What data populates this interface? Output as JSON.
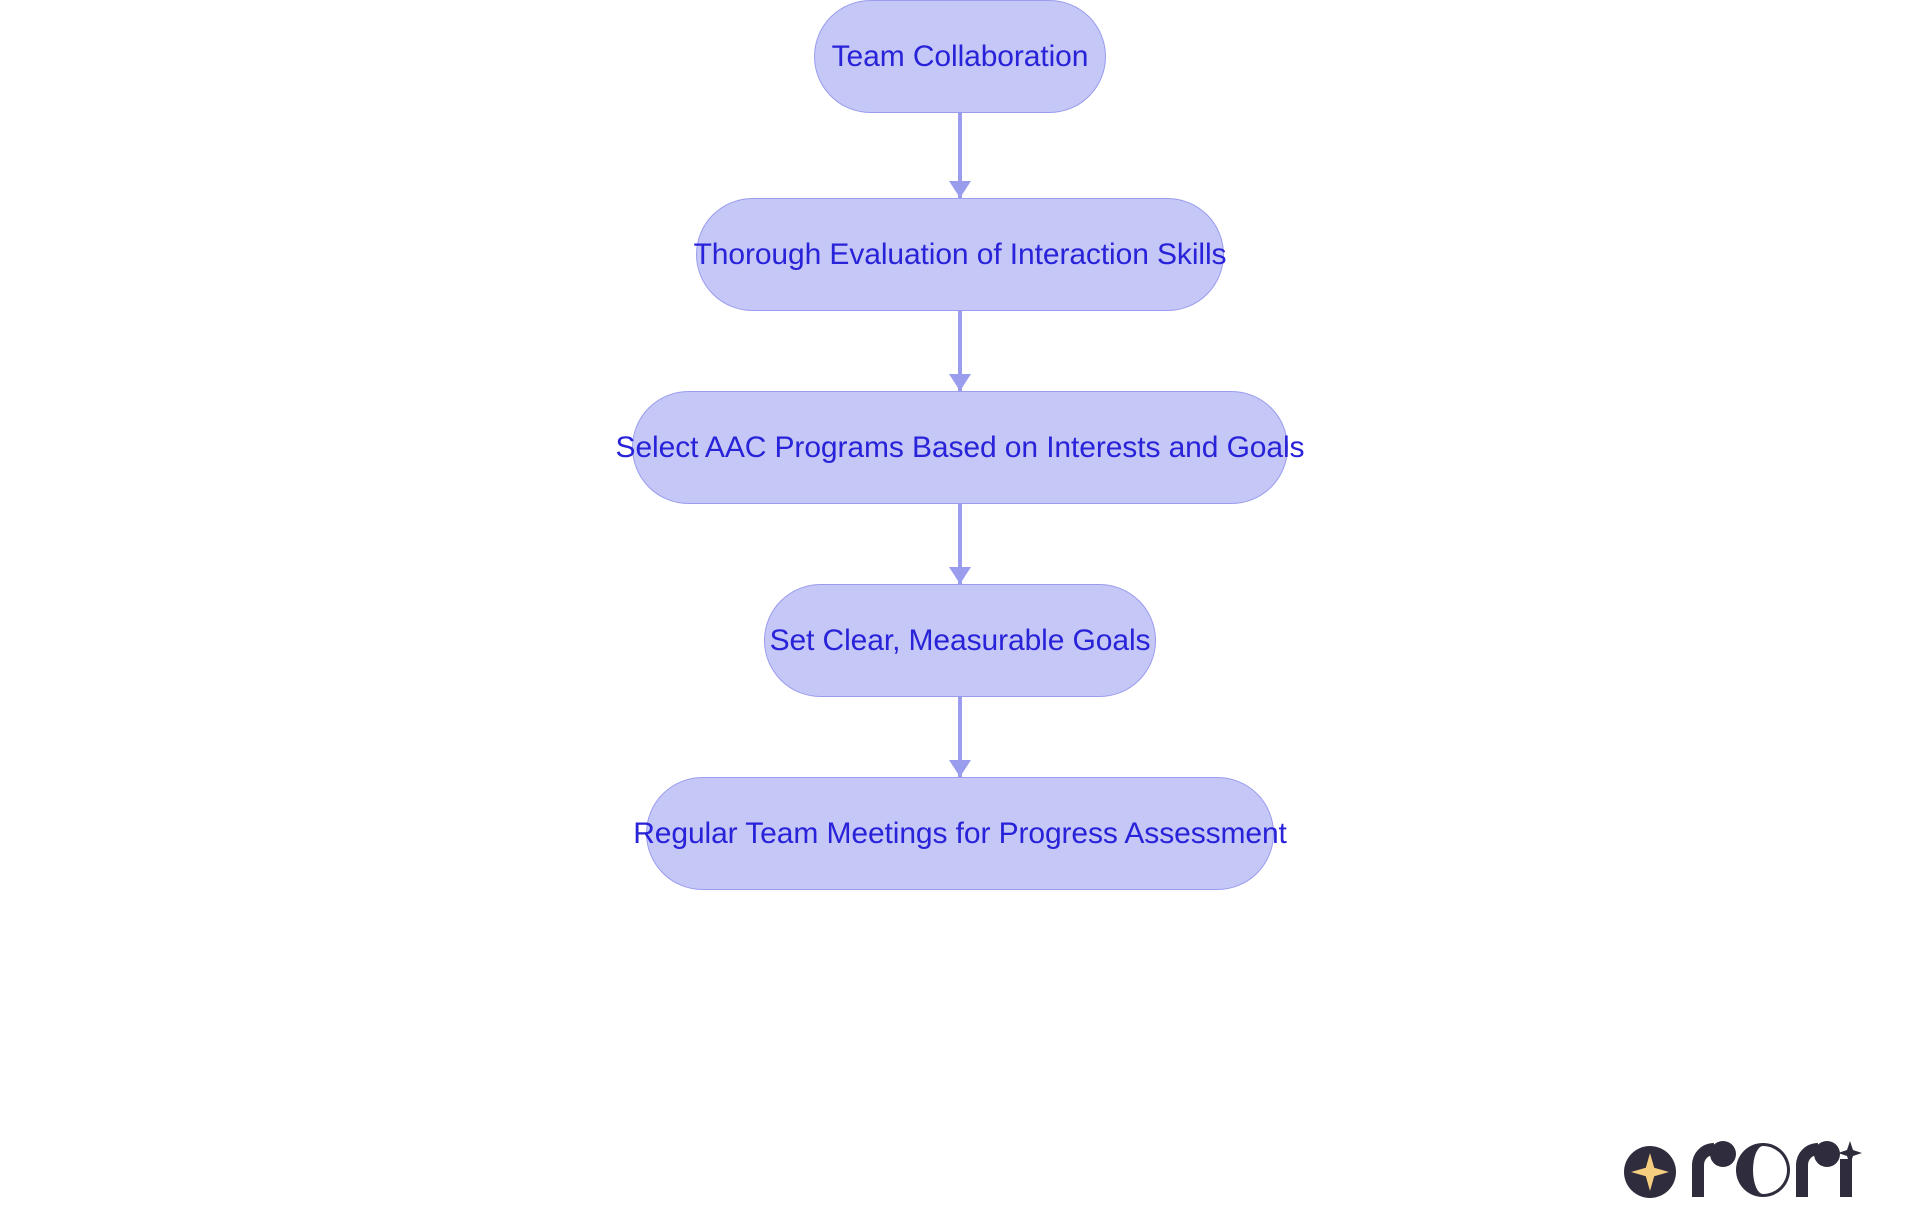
{
  "diagram": {
    "type": "flowchart",
    "orientation": "top-to-bottom",
    "background_color": "#ffffff",
    "node_fill_color": "#c5c7f7",
    "node_border_color": "#9a9cee",
    "node_text_color": "#2822d8",
    "connector_color": "#9a9cee",
    "nodes": [
      {
        "id": "n0",
        "label": "Team Collaboration"
      },
      {
        "id": "n1",
        "label": "Thorough Evaluation of Interaction Skills"
      },
      {
        "id": "n2",
        "label": "Select AAC Programs Based on Interests and Goals"
      },
      {
        "id": "n3",
        "label": "Set Clear, Measurable Goals"
      },
      {
        "id": "n4",
        "label": "Regular Team Meetings for Progress Assessment"
      }
    ],
    "edges": [
      {
        "from": "n0",
        "to": "n1",
        "arrow": "down-arrow"
      },
      {
        "from": "n1",
        "to": "n2",
        "arrow": "down-arrow"
      },
      {
        "from": "n2",
        "to": "n3",
        "arrow": "down-arrow"
      },
      {
        "from": "n3",
        "to": "n4",
        "arrow": "down-arrow"
      }
    ]
  },
  "branding": {
    "name": "rori",
    "mark_background_color": "#2f2c3d",
    "mark_star_color": "#f5cf7f",
    "wordmark_color": "#2f2c3d"
  }
}
